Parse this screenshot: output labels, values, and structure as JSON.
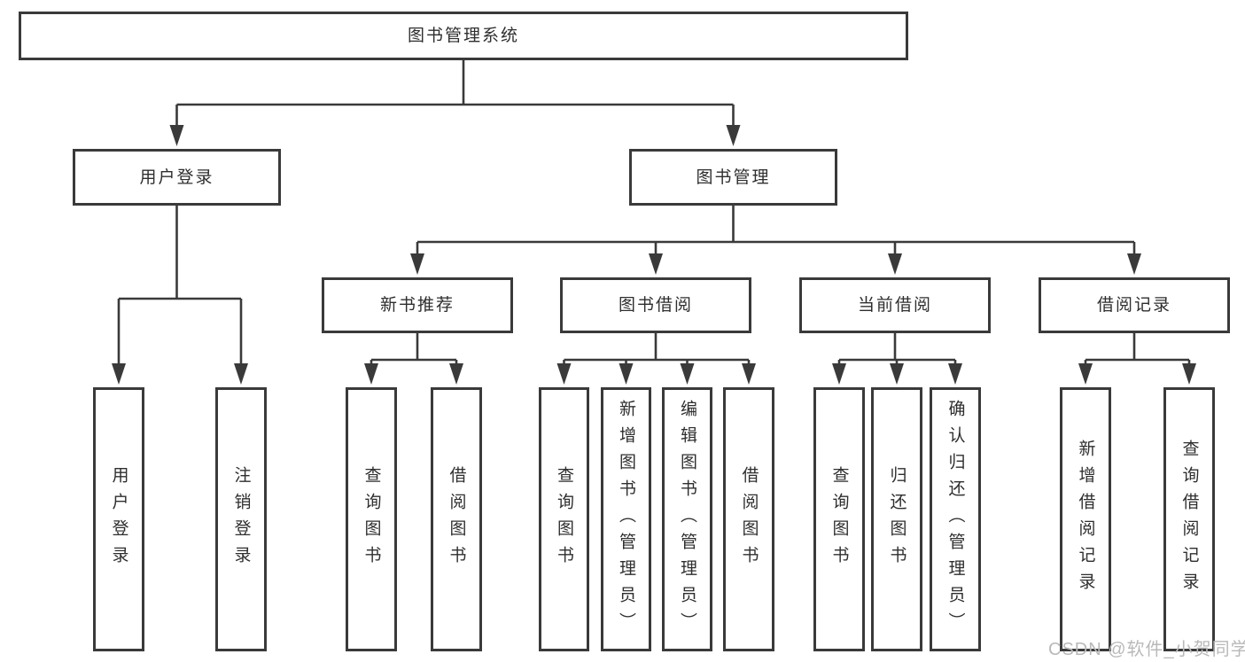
{
  "diagram": {
    "title": "图书管理系统",
    "watermark": "CSDN @软件_小贺同学",
    "colors": {
      "line": "#3a3a3a",
      "text": "#2e2e2e",
      "watermark": "#b9b9b9",
      "background": "#ffffff"
    },
    "nodes": [
      {
        "id": "root",
        "label": "图书管理系统",
        "level": 1,
        "parent": null
      },
      {
        "id": "user-login",
        "label": "用户登录",
        "level": 2,
        "parent": "root"
      },
      {
        "id": "book-mgmt",
        "label": "图书管理",
        "level": 2,
        "parent": "root"
      },
      {
        "id": "new-book-rec",
        "label": "新书推荐",
        "level": 3,
        "parent": "book-mgmt"
      },
      {
        "id": "book-borrow",
        "label": "图书借阅",
        "level": 3,
        "parent": "book-mgmt"
      },
      {
        "id": "current-borrow",
        "label": "当前借阅",
        "level": 3,
        "parent": "book-mgmt"
      },
      {
        "id": "borrow-records",
        "label": "借阅记录",
        "level": 3,
        "parent": "book-mgmt"
      },
      {
        "id": "leaf-user-login",
        "label": "用户登录",
        "level": 4,
        "parent": "user-login"
      },
      {
        "id": "leaf-logout",
        "label": "注销登录",
        "level": 4,
        "parent": "user-login"
      },
      {
        "id": "leaf-query-book-1",
        "label": "查询图书",
        "level": 4,
        "parent": "new-book-rec"
      },
      {
        "id": "leaf-borrow-book-1",
        "label": "借阅图书",
        "level": 4,
        "parent": "new-book-rec"
      },
      {
        "id": "leaf-query-book-2",
        "label": "查询图书",
        "level": 4,
        "parent": "book-borrow"
      },
      {
        "id": "leaf-add-book",
        "label": "新增图书（管理员）",
        "level": 4,
        "parent": "book-borrow"
      },
      {
        "id": "leaf-edit-book",
        "label": "编辑图书（管理员）",
        "level": 4,
        "parent": "book-borrow"
      },
      {
        "id": "leaf-borrow-book-2",
        "label": "借阅图书",
        "level": 4,
        "parent": "book-borrow"
      },
      {
        "id": "leaf-query-book-3",
        "label": "查询图书",
        "level": 4,
        "parent": "current-borrow"
      },
      {
        "id": "leaf-return-book",
        "label": "归还图书",
        "level": 4,
        "parent": "current-borrow"
      },
      {
        "id": "leaf-confirm-return",
        "label": "确认归还（管理员）",
        "level": 4,
        "parent": "current-borrow"
      },
      {
        "id": "leaf-add-borrow-record",
        "label": "新增借阅记录",
        "level": 4,
        "parent": "borrow-records"
      },
      {
        "id": "leaf-query-borrow-record",
        "label": "查询借阅记录",
        "level": 4,
        "parent": "borrow-records"
      }
    ]
  }
}
